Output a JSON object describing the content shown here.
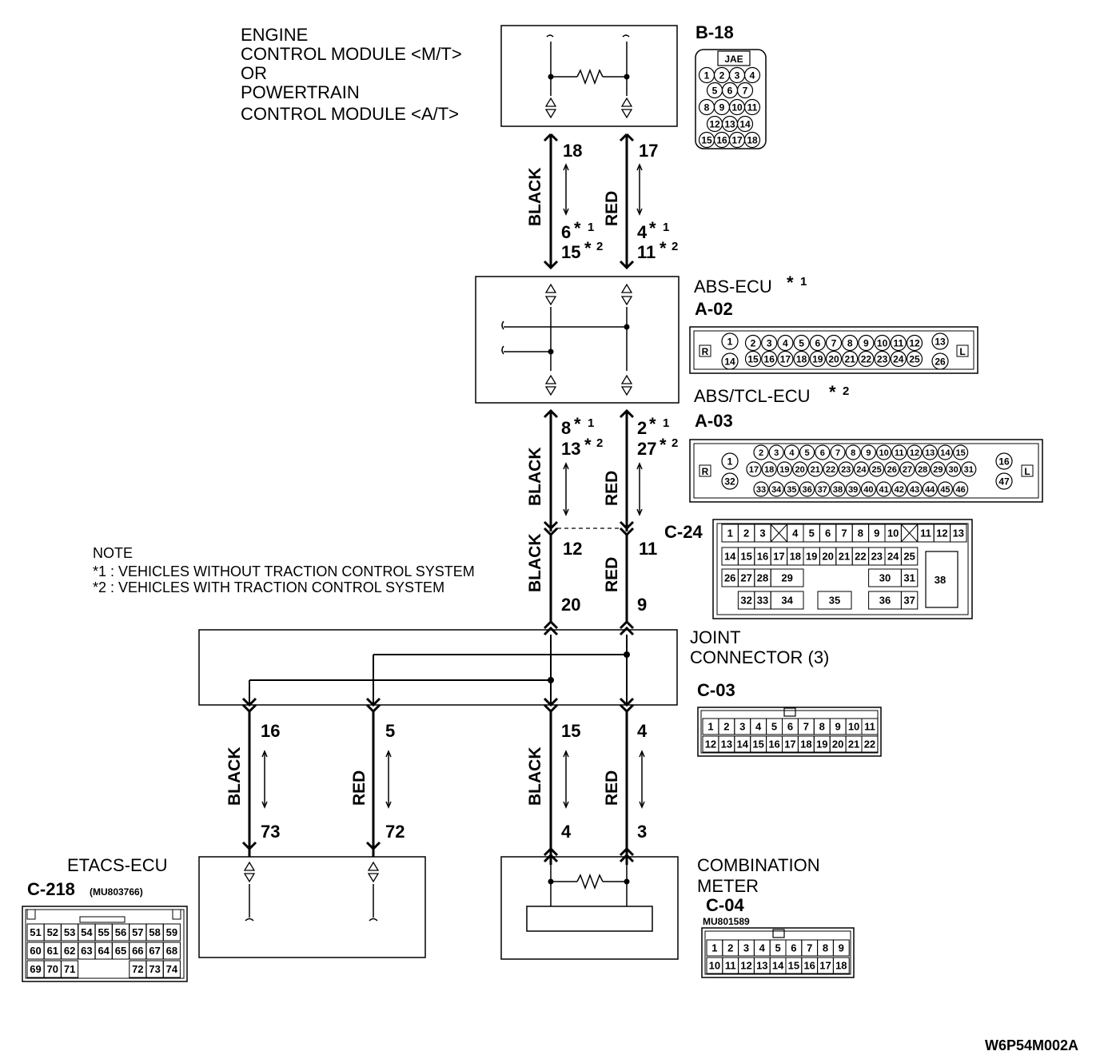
{
  "modules": {
    "ecm": {
      "lines": [
        "ENGINE",
        "CONTROL MODULE <M/T>",
        "OR",
        "POWERTRAIN",
        "CONTROL MODULE <A/T>"
      ]
    },
    "abs_ecu": {
      "name": "ABS-ECU",
      "mark": "*1"
    },
    "abs_tcl_ecu": {
      "name": "ABS/TCL-ECU",
      "mark": "*2"
    },
    "joint_connector": {
      "lines": [
        "JOINT",
        "CONNECTOR (3)"
      ]
    },
    "etacs": {
      "name": "ETACS-ECU"
    },
    "combination_meter": {
      "lines": [
        "COMBINATION",
        "METER"
      ]
    }
  },
  "connectors": {
    "b18": {
      "id": "B-18",
      "vendor": "JAE",
      "rows": [
        [
          "1",
          "2",
          "3",
          "4"
        ],
        [
          "5",
          "6",
          "7"
        ],
        [
          "8",
          "9",
          "10",
          "11"
        ],
        [
          "12",
          "13",
          "14"
        ],
        [
          "15",
          "16",
          "17",
          "18"
        ]
      ]
    },
    "a02": {
      "id": "A-02",
      "left": "R",
      "right": "L",
      "row1": [
        "2",
        "3",
        "4",
        "5",
        "6",
        "7",
        "8",
        "9",
        "10",
        "11",
        "12"
      ],
      "row2": [
        "15",
        "16",
        "17",
        "18",
        "19",
        "20",
        "21",
        "22",
        "23",
        "24",
        "25"
      ],
      "col_left": [
        "1",
        "14"
      ],
      "col_right": [
        "13",
        "26"
      ]
    },
    "a03": {
      "id": "A-03",
      "left": "R",
      "right": "L",
      "row1": [
        "2",
        "3",
        "4",
        "5",
        "6",
        "7",
        "8",
        "9",
        "10",
        "11",
        "12",
        "13",
        "14",
        "15"
      ],
      "row2": [
        "17",
        "18",
        "19",
        "20",
        "21",
        "22",
        "23",
        "24",
        "25",
        "26",
        "27",
        "28",
        "29",
        "30",
        "31"
      ],
      "row3": [
        "33",
        "34",
        "35",
        "36",
        "37",
        "38",
        "39",
        "40",
        "41",
        "42",
        "43",
        "44",
        "45",
        "46"
      ],
      "col_left": [
        "1",
        "32"
      ],
      "col_right": [
        "16",
        "47"
      ]
    },
    "c24": {
      "id": "C-24",
      "row1": [
        "1",
        "2",
        "3",
        "4",
        "5",
        "6",
        "7",
        "8",
        "9",
        "10",
        "11",
        "12",
        "13"
      ],
      "row2": [
        "14",
        "15",
        "16",
        "17",
        "18",
        "19",
        "20",
        "21",
        "22",
        "23",
        "24",
        "25"
      ],
      "row3": [
        "26",
        "27",
        "28",
        "29",
        "30",
        "31"
      ],
      "row4": [
        "32",
        "33",
        "34",
        "35",
        "36",
        "37"
      ],
      "big": "38"
    },
    "c03": {
      "id": "C-03",
      "row1": [
        "1",
        "2",
        "3",
        "4",
        "5",
        "6",
        "7",
        "8",
        "9",
        "10",
        "11"
      ],
      "row2": [
        "12",
        "13",
        "14",
        "15",
        "16",
        "17",
        "18",
        "19",
        "20",
        "21",
        "22"
      ]
    },
    "c218": {
      "id": "C-218",
      "part": "(MU803766)",
      "row1": [
        "51",
        "52",
        "53",
        "54",
        "55",
        "56",
        "57",
        "58",
        "59"
      ],
      "row2": [
        "60",
        "61",
        "62",
        "63",
        "64",
        "65",
        "66",
        "67",
        "68"
      ],
      "row3": [
        "69",
        "70",
        "71",
        "72",
        "73",
        "74"
      ]
    },
    "c04": {
      "id": "C-04",
      "part": "MU801589",
      "row1": [
        "1",
        "2",
        "3",
        "4",
        "5",
        "6",
        "7",
        "8",
        "9"
      ],
      "row2": [
        "10",
        "11",
        "12",
        "13",
        "14",
        "15",
        "16",
        "17",
        "18"
      ]
    }
  },
  "wires": {
    "seg1": {
      "left_color": "BLACK",
      "right_color": "RED",
      "left_top": "18",
      "right_top": "17",
      "left_b1": "6",
      "left_b2": "15",
      "right_b1": "4",
      "right_b2": "11"
    },
    "seg2": {
      "left_color": "BLACK",
      "right_color": "RED",
      "left_t1": "8",
      "left_t2": "13",
      "right_t1": "2",
      "right_t2": "27"
    },
    "seg3": {
      "left_color": "BLACK",
      "right_color": "RED",
      "left_top": "12",
      "right_top": "11",
      "left_bottom": "20",
      "right_bottom": "9"
    },
    "seg4": {
      "w1": {
        "color": "BLACK",
        "top": "16",
        "bottom": "73"
      },
      "w2": {
        "color": "RED",
        "top": "5",
        "bottom": "72"
      },
      "w3": {
        "color": "BLACK",
        "top": "15",
        "bottom": "4"
      },
      "w4": {
        "color": "RED",
        "top": "4",
        "bottom": "3"
      }
    }
  },
  "marks": {
    "star": "*",
    "one": "1",
    "two": "2"
  },
  "note": {
    "title": "NOTE",
    "line1": "*1 : VEHICLES WITHOUT TRACTION CONTROL SYSTEM",
    "line2": "*2 : VEHICLES WITH TRACTION CONTROL SYSTEM"
  },
  "figure_id": "W6P54M002A"
}
